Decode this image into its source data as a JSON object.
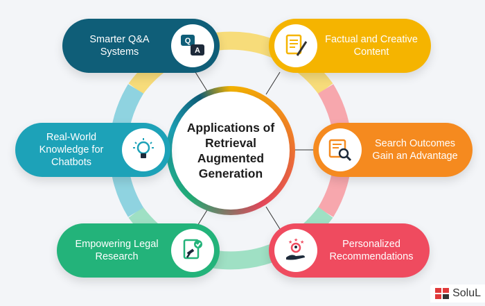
{
  "center": {
    "title": "Applications of Retrieval Augmented Generation"
  },
  "items": [
    {
      "label": "Smarter Q&A Systems",
      "color": "#0f5e78",
      "icon": "qa-chat-icon"
    },
    {
      "label": "Factual and Creative Content",
      "color": "#f5b400",
      "icon": "document-pen-icon"
    },
    {
      "label": "Real-World Knowledge for Chatbots",
      "color": "#1da2b8",
      "icon": "lightbulb-icon"
    },
    {
      "label": "Search Outcomes Gain an Advantage",
      "color": "#f58a1f",
      "icon": "search-document-icon"
    },
    {
      "label": "Empowering Legal Research",
      "color": "#23b37a",
      "icon": "gavel-document-icon"
    },
    {
      "label": "Personalized Recommendations",
      "color": "#ef4b5f",
      "icon": "star-hand-icon"
    }
  ],
  "ring_colors": {
    "top": "#f7dc7a",
    "left": "#8fd3e0",
    "right": "#f7a7ad",
    "bottom": "#9fe0c4"
  },
  "brand": {
    "name": "SoluL"
  }
}
